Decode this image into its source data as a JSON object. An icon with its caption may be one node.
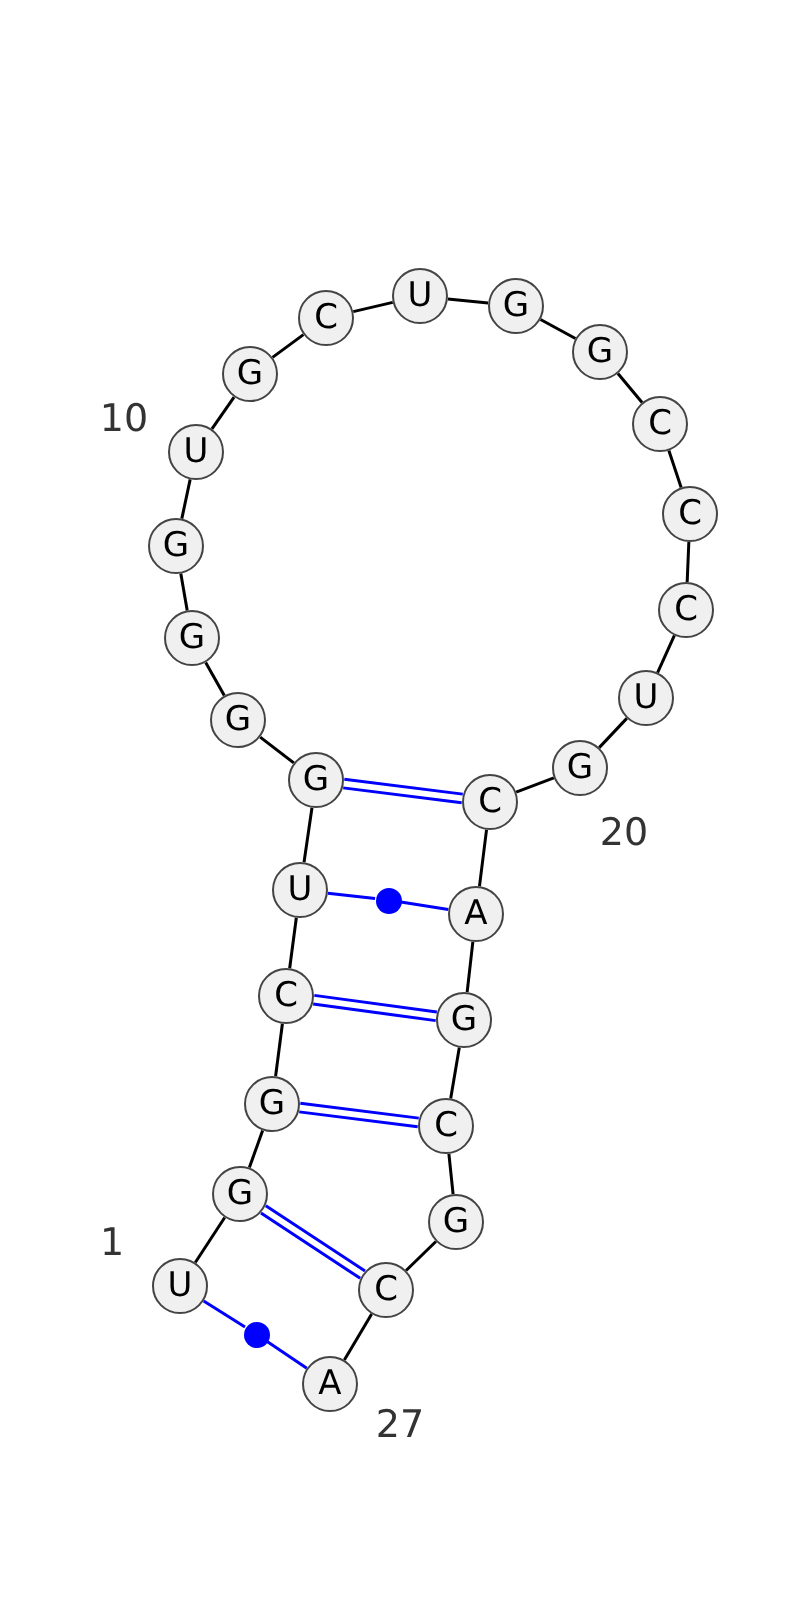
{
  "diagram": {
    "nodes": [
      {
        "text": [
          "U"
        ],
        "beside": [
          "1"
        ]
      },
      {
        "text": [
          "G"
        ]
      },
      {
        "text": [
          "G"
        ]
      },
      {
        "text": [
          "C"
        ]
      },
      {
        "text": [
          "U"
        ]
      },
      {
        "text": [
          "G"
        ]
      },
      {
        "text": [
          "G"
        ]
      },
      {
        "text": [
          "G"
        ]
      },
      {
        "text": [
          "G"
        ]
      },
      {
        "text": [
          "U"
        ],
        "beside": [
          "10"
        ]
      },
      {
        "text": [
          "G"
        ]
      },
      {
        "text": [
          "C"
        ]
      },
      {
        "text": [
          "U"
        ]
      },
      {
        "text": [
          "G"
        ]
      },
      {
        "text": [
          "G"
        ]
      },
      {
        "text": [
          "C"
        ]
      },
      {
        "text": [
          "C"
        ]
      },
      {
        "text": [
          "C"
        ]
      },
      {
        "text": [
          "U"
        ]
      },
      {
        "text": [
          "G"
        ],
        "beside": [
          "20"
        ]
      },
      {
        "text": [
          "C"
        ]
      },
      {
        "text": [
          "A"
        ]
      },
      {
        "text": [
          "G"
        ]
      },
      {
        "text": [
          "C"
        ]
      },
      {
        "text": [
          "G"
        ]
      },
      {
        "text": [
          "C"
        ]
      },
      {
        "text": [
          "A"
        ],
        "beside": [
          "27"
        ]
      },
      {
        "text": [],
        "shape": "circle"
      },
      {
        "text": [],
        "shape": "circle"
      }
    ],
    "edges": [
      {
        "from": 0,
        "to": 1,
        "arrow": "none"
      },
      {
        "from": 1,
        "to": 2,
        "arrow": "none"
      },
      {
        "from": 2,
        "to": 3,
        "arrow": "none"
      },
      {
        "from": 3,
        "to": 4,
        "arrow": "none"
      },
      {
        "from": 4,
        "to": 5,
        "arrow": "none"
      },
      {
        "from": 5,
        "to": 6,
        "arrow": "none"
      },
      {
        "from": 6,
        "to": 7,
        "arrow": "none"
      },
      {
        "from": 7,
        "to": 8,
        "arrow": "none"
      },
      {
        "from": 8,
        "to": 9,
        "arrow": "none"
      },
      {
        "from": 9,
        "to": 10,
        "arrow": "none"
      },
      {
        "from": 10,
        "to": 11,
        "arrow": "none"
      },
      {
        "from": 11,
        "to": 12,
        "arrow": "none"
      },
      {
        "from": 12,
        "to": 13,
        "arrow": "none"
      },
      {
        "from": 13,
        "to": 14,
        "arrow": "none"
      },
      {
        "from": 14,
        "to": 15,
        "arrow": "none"
      },
      {
        "from": 15,
        "to": 16,
        "arrow": "none"
      },
      {
        "from": 16,
        "to": 17,
        "arrow": "none"
      },
      {
        "from": 17,
        "to": 18,
        "arrow": "none"
      },
      {
        "from": 18,
        "to": 19,
        "arrow": "none"
      },
      {
        "from": 19,
        "to": 20,
        "arrow": "none"
      },
      {
        "from": 20,
        "to": 21,
        "arrow": "none"
      },
      {
        "from": 21,
        "to": 22,
        "arrow": "none"
      },
      {
        "from": 22,
        "to": 23,
        "arrow": "none"
      },
      {
        "from": 23,
        "to": 24,
        "arrow": "none"
      },
      {
        "from": 24,
        "to": 25,
        "arrow": "none"
      },
      {
        "from": 25,
        "to": 26,
        "arrow": "none"
      },
      {
        "from": 0,
        "to": 28,
        "arrow": "none",
        "color": "#0000ff"
      },
      {
        "from": 28,
        "to": 26,
        "arrow": "none",
        "color": "#0000ff"
      },
      {
        "from": 1,
        "to": 25,
        "arrow": "none",
        "color": "#0000ff"
      },
      {
        "from": 2,
        "to": 23,
        "arrow": "none",
        "color": "#0000ff"
      },
      {
        "from": 3,
        "to": 22,
        "arrow": "none",
        "color": "#0000ff"
      },
      {
        "from": 4,
        "to": 27,
        "arrow": "none",
        "color": "#0000ff"
      },
      {
        "from": 27,
        "to": 21,
        "arrow": "none",
        "color": "#0000ff"
      },
      {
        "from": 5,
        "to": 20,
        "arrow": "none",
        "color": "#0000ff"
      }
    ]
  }
}
